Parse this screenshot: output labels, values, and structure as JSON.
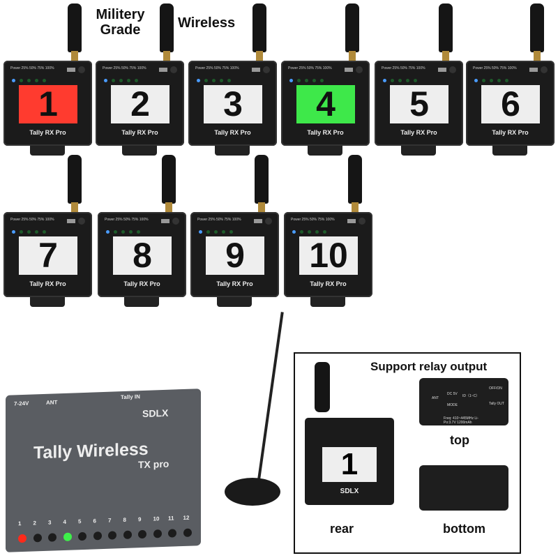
{
  "captions": {
    "military": "Militery Grade",
    "wireless": "Wireless",
    "relay": "Support relay output",
    "top": "top",
    "bottom": "bottom",
    "rear": "rear"
  },
  "receiver": {
    "model": "Tally RX Pro",
    "indicator_labels": "Power 25% 50% 75% 100%"
  },
  "receivers": [
    {
      "number": "1",
      "color": "#ff3b2f"
    },
    {
      "number": "2",
      "color": "#eeeeee"
    },
    {
      "number": "3",
      "color": "#eeeeee"
    },
    {
      "number": "4",
      "color": "#3ee84a"
    },
    {
      "number": "5",
      "color": "#eeeeee"
    },
    {
      "number": "6",
      "color": "#eeeeee"
    },
    {
      "number": "7",
      "color": "#eeeeee"
    },
    {
      "number": "8",
      "color": "#eeeeee"
    },
    {
      "number": "9",
      "color": "#eeeeee"
    },
    {
      "number": "10",
      "color": "#eeeeee"
    }
  ],
  "transmitter": {
    "title": "Tally Wireless",
    "subtitle": "TX pro",
    "brand": "SDLX",
    "power_label": "7-24V",
    "ant_label": "ANT",
    "input_label": "Tally IN",
    "channels": [
      "1",
      "2",
      "3",
      "4",
      "5",
      "6",
      "7",
      "8",
      "9",
      "10",
      "11",
      "12"
    ],
    "active_red": 1,
    "active_green": 4
  },
  "rear_unit": {
    "number": "1",
    "brand": "SDLX"
  },
  "top_panel": {
    "dc": "DC 5V",
    "ant": "ANT",
    "mode": "MODE",
    "id": "ID（1~C）",
    "switch": "OFF/ON",
    "out": "Tally OUT",
    "spec": "Freq: 410~445MHz Li-Po:3.7V 1200mAh"
  }
}
